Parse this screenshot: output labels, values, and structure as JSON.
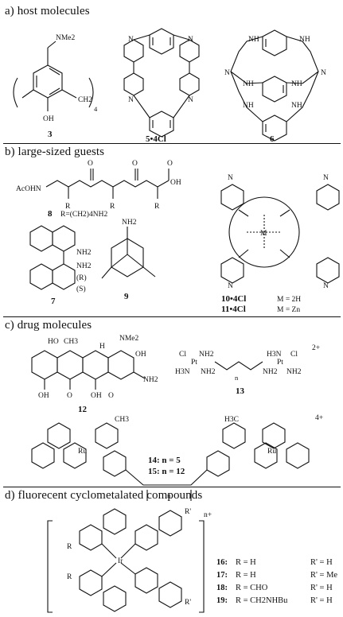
{
  "sections": {
    "a": {
      "title": "a) host molecules"
    },
    "b": {
      "title": "b) large-sized guests"
    },
    "c": {
      "title": "c) drug molecules"
    },
    "d": {
      "title": "d) fluorecent cyclometalated compounds"
    }
  },
  "labels": {
    "c3": "3",
    "c5": "5•4Cl",
    "c6": "6",
    "c8": "8",
    "c8r": "R=(CH2)4NH2",
    "c7": "7",
    "c9": "9",
    "c10": "10•4Cl",
    "c10m": "M = 2H",
    "c11": "11•4Cl",
    "c11m": "M = Zn",
    "c12": "12",
    "c13": "13",
    "c14": "14: n = 5",
    "c15": "15: n = 12"
  },
  "atoms": {
    "nme2": "NMe2",
    "oh": "OH",
    "ch2": "CH2",
    "sub4": "4",
    "nh": "NH",
    "n": "N",
    "acohn": "AcOHN",
    "o": "O",
    "r": "R",
    "h": "H",
    "nh2": "NH2",
    "rr": "(R)",
    "ss": "(S)",
    "m": "M",
    "ho": "HO",
    "ch3": "CH3",
    "cl": "Cl",
    "pt": "Pt",
    "h3n": "H3N",
    "ru": "Ru",
    "ir": "Ir",
    "charge2": "2+",
    "charge4": "4+",
    "chargen": "n+",
    "npar": "n",
    "h3c": "H3C",
    "rprime": "R'"
  },
  "legend_d": [
    {
      "num": "16:",
      "r": "R = H",
      "rp": "R' = H"
    },
    {
      "num": "17:",
      "r": "R = H",
      "rp": "R' = Me"
    },
    {
      "num": "18:",
      "r": "R = CHO",
      "rp": "R' = H"
    },
    {
      "num": "19:",
      "r": "R = CH2NHBu",
      "rp": "R' = H"
    }
  ]
}
